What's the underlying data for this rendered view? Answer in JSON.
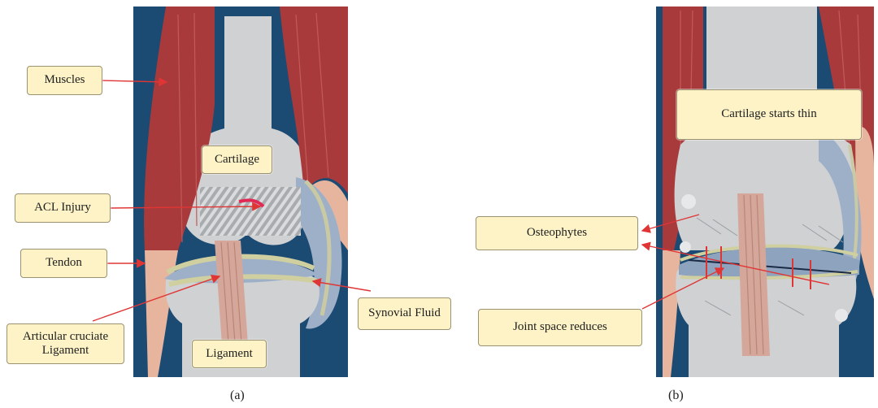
{
  "panel_a": {
    "caption": "(a)",
    "labels": {
      "muscles": "Muscles",
      "cartilage": "Cartilage",
      "acl_injury": "ACL Injury",
      "tendon": "Tendon",
      "articular_cruciate_ligament": "Articular cruciate Ligament",
      "synovial_fluid": "Synovial Fluid",
      "ligament": "Ligament"
    }
  },
  "panel_b": {
    "caption": "(b)",
    "labels": {
      "cartilage_starts_thin": "Cartilage starts thin",
      "osteophytes": "Osteophytes",
      "joint_space_reduces": "Joint space reduces"
    }
  },
  "colors": {
    "background": "#1b4a73",
    "bone": "#cfd1d3",
    "muscle": "#a93a3c",
    "cartilage": "#9eb0c8",
    "ligament": "#d4a79a",
    "label_fill": "#fdf3c7",
    "arrow": "#e03535"
  }
}
